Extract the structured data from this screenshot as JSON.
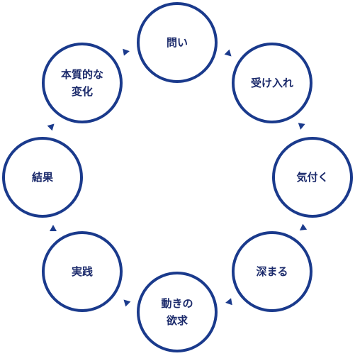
{
  "diagram": {
    "colors": {
      "stroke": "#1a3a8c",
      "arrow": "#1a3a8c",
      "text": "#1b2a6b"
    },
    "nodes": [
      {
        "id": "toi",
        "lines": [
          "問い"
        ]
      },
      {
        "id": "ukeire",
        "lines": [
          "受け入れ"
        ]
      },
      {
        "id": "kizuku",
        "lines": [
          "気付く"
        ]
      },
      {
        "id": "fukamaru",
        "lines": [
          "深まる"
        ]
      },
      {
        "id": "yokkyu",
        "lines": [
          "動きの",
          "欲求"
        ]
      },
      {
        "id": "jissen",
        "lines": [
          "実践"
        ]
      },
      {
        "id": "kekka",
        "lines": [
          "結果"
        ]
      },
      {
        "id": "henka",
        "lines": [
          "本質的な",
          "変化"
        ]
      }
    ]
  }
}
